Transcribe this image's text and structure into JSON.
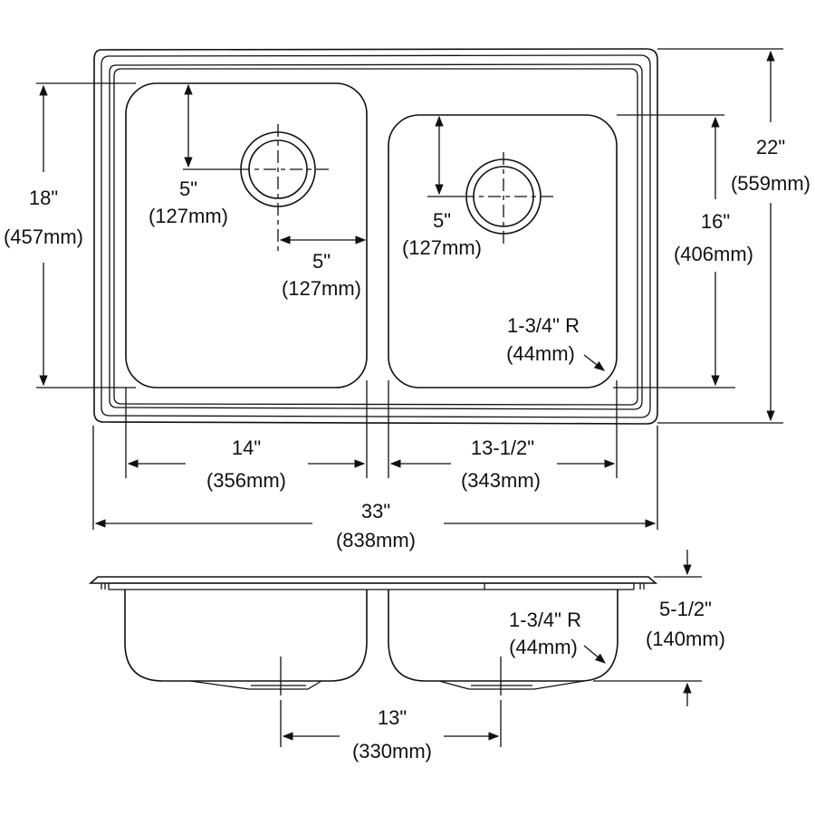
{
  "top_view": {
    "overall_width": {
      "imperial": "33\"",
      "metric": "(838mm)"
    },
    "overall_depth": {
      "imperial": "22\"",
      "metric": "(559mm)"
    },
    "left_bowl": {
      "width": {
        "imperial": "14\"",
        "metric": "(356mm)"
      },
      "depth": {
        "imperial": "18\"",
        "metric": "(457mm)"
      },
      "drain_from_back": {
        "imperial": "5\"",
        "metric": "(127mm)"
      },
      "drain_from_side": {
        "imperial": "5\"",
        "metric": "(127mm)"
      }
    },
    "right_bowl": {
      "width": {
        "imperial": "13-1/2\"",
        "metric": "(343mm)"
      },
      "depth": {
        "imperial": "16\"",
        "metric": "(406mm)"
      },
      "drain_from_back": {
        "imperial": "5\"",
        "metric": "(127mm)"
      },
      "corner_radius": {
        "imperial": "1-3/4\" R",
        "metric": "(44mm)"
      }
    }
  },
  "side_view": {
    "bowl_depth": {
      "imperial": "5-1/2\"",
      "metric": "(140mm)"
    },
    "corner_radius": {
      "imperial": "1-3/4\" R",
      "metric": "(44mm)"
    },
    "drain_spacing": {
      "imperial": "13\"",
      "metric": "(330mm)"
    }
  }
}
